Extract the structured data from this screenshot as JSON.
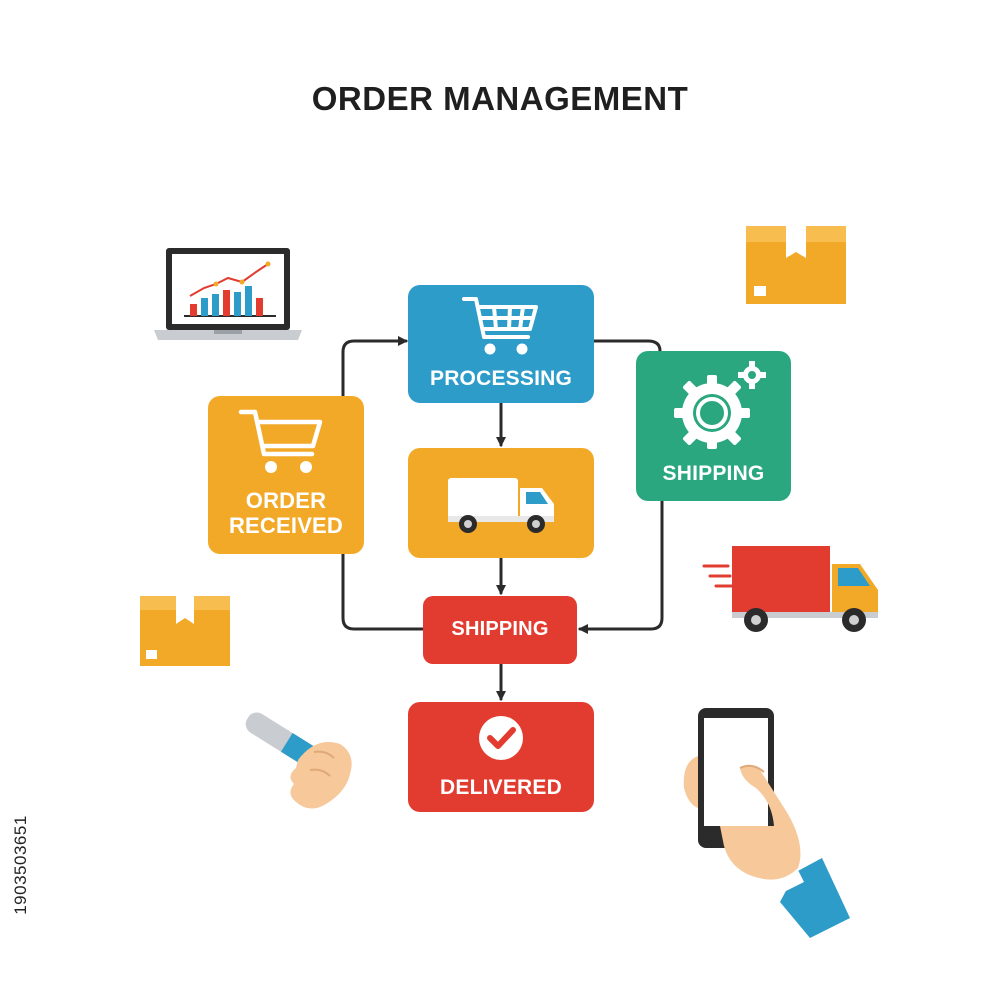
{
  "title": "ORDER MANAGEMENT",
  "nodes": {
    "processing": "PROCESSING",
    "order_received_line1": "ORDER",
    "order_received_line2": "RECEIVED",
    "shipping_gear": "SHIPPING",
    "shipping": "SHIPPING",
    "delivered": "DELIVERED"
  },
  "side_id": "1903503651",
  "colors": {
    "blue": "#2e9cc9",
    "orange": "#f3a928",
    "green": "#2aa77f",
    "red": "#e23c31",
    "dark": "#2b2b2b"
  },
  "icons": [
    "laptop-chart-icon",
    "box-icon",
    "cart-icon",
    "truck-icon",
    "gear-icon",
    "fast-truck-icon",
    "marker-hand-icon",
    "phone-hand-icon",
    "checkmark-icon"
  ]
}
